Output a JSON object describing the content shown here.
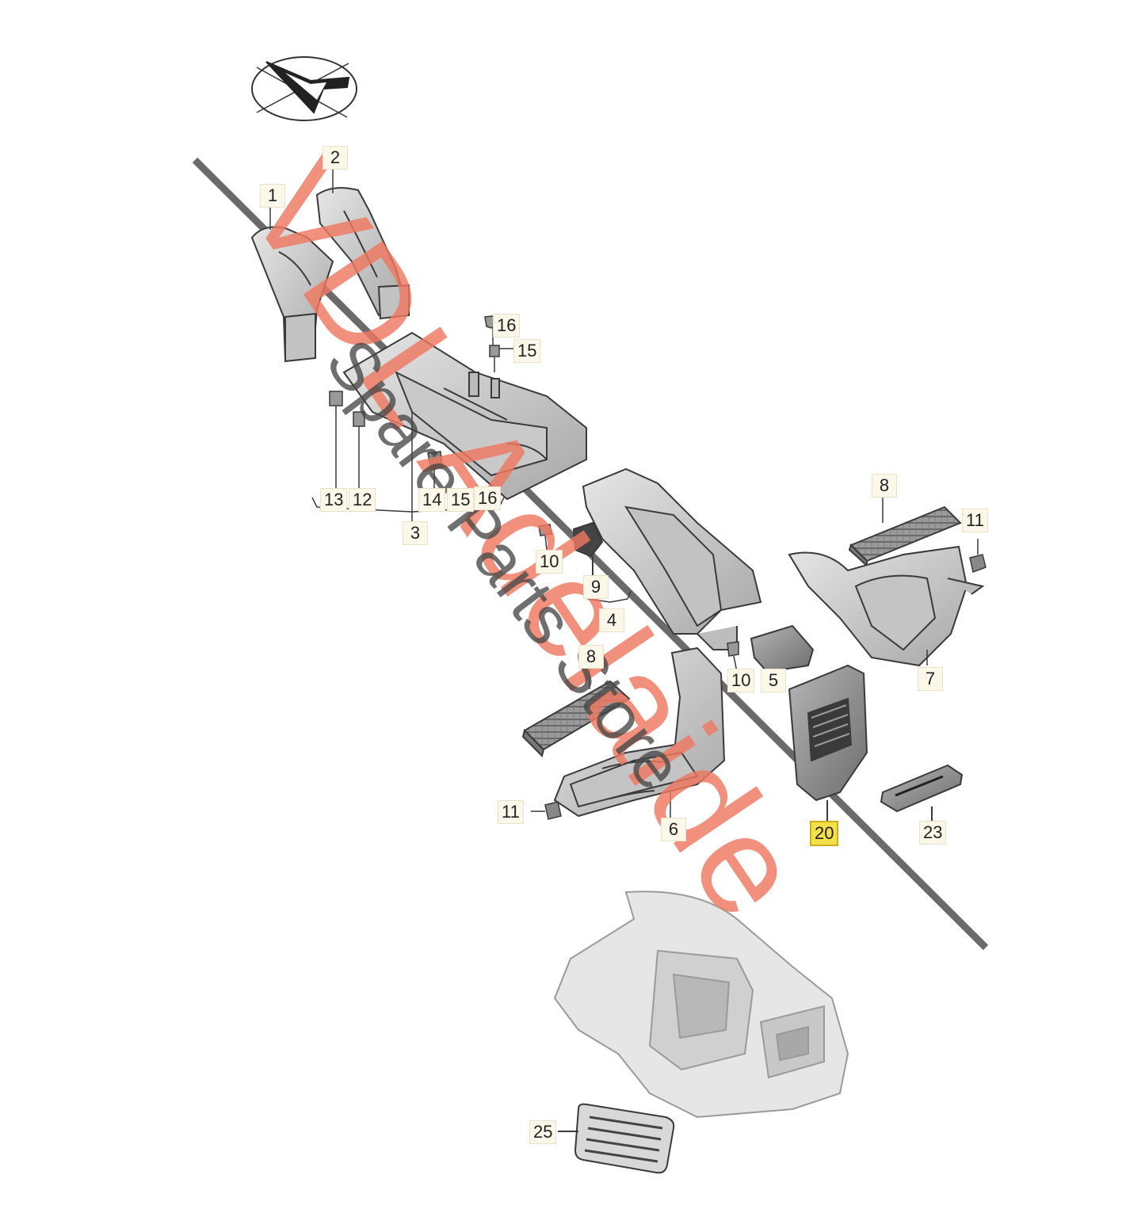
{
  "callouts": [
    {
      "id": "c1",
      "label": "1"
    },
    {
      "id": "c2",
      "label": "2"
    },
    {
      "id": "c16a",
      "label": "16"
    },
    {
      "id": "c15a",
      "label": "15"
    },
    {
      "id": "c13",
      "label": "13"
    },
    {
      "id": "c12",
      "label": "12"
    },
    {
      "id": "c14",
      "label": "14"
    },
    {
      "id": "c15b",
      "label": "15"
    },
    {
      "id": "c16b",
      "label": "16"
    },
    {
      "id": "c3",
      "label": "3"
    },
    {
      "id": "c10a",
      "label": "10"
    },
    {
      "id": "c9",
      "label": "9"
    },
    {
      "id": "c4",
      "label": "4"
    },
    {
      "id": "c8a",
      "label": "8"
    },
    {
      "id": "c11a",
      "label": "11"
    },
    {
      "id": "c7",
      "label": "7"
    },
    {
      "id": "c8b",
      "label": "8"
    },
    {
      "id": "c10b",
      "label": "10"
    },
    {
      "id": "c5",
      "label": "5"
    },
    {
      "id": "c11b",
      "label": "11"
    },
    {
      "id": "c6",
      "label": "6"
    },
    {
      "id": "c20",
      "label": "20",
      "highlight": true
    },
    {
      "id": "c23",
      "label": "23"
    },
    {
      "id": "c25",
      "label": "25"
    }
  ],
  "watermark": {
    "main": "VDL Adelaide",
    "sub": "Spare Parts Store",
    "main_color": "#ee785f",
    "sub_color": "#464646"
  },
  "colors": {
    "part_fill": "#d6d6d6",
    "part_dark": "#8c8c8c",
    "outline": "#3a3a3a",
    "callout_bg": "#fbf8ea",
    "highlight": "#f5e04a"
  },
  "icons": [
    "orientation-arrow-icon"
  ]
}
